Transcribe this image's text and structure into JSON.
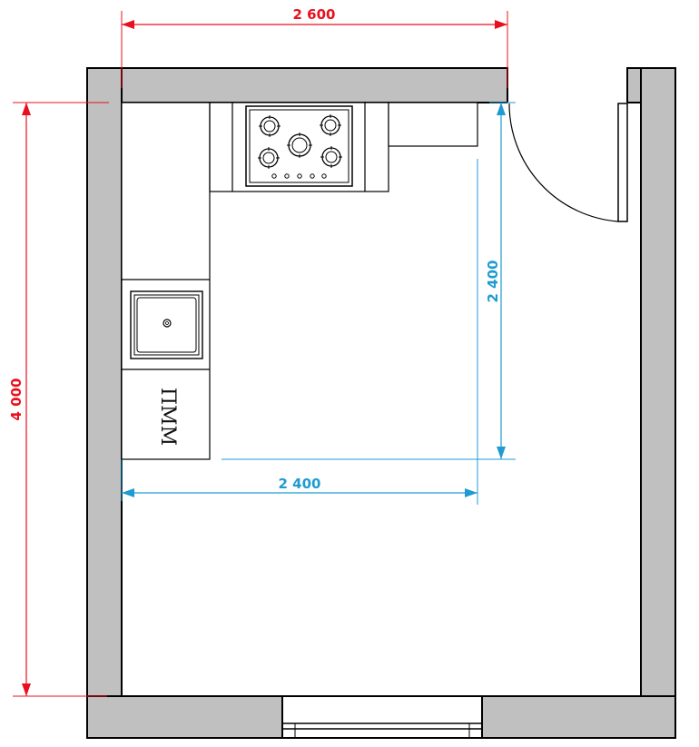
{
  "dimensions": {
    "outer_width": "2 600",
    "outer_height": "4 000",
    "inner_width": "2 400",
    "inner_height": "2 400"
  },
  "appliances": {
    "dishwasher_label": "ПММ"
  },
  "colors": {
    "wall": "#c0c0c0",
    "outline": "#000000",
    "dimension_red": "#e8101e",
    "dimension_blue": "#1f9bd1"
  }
}
